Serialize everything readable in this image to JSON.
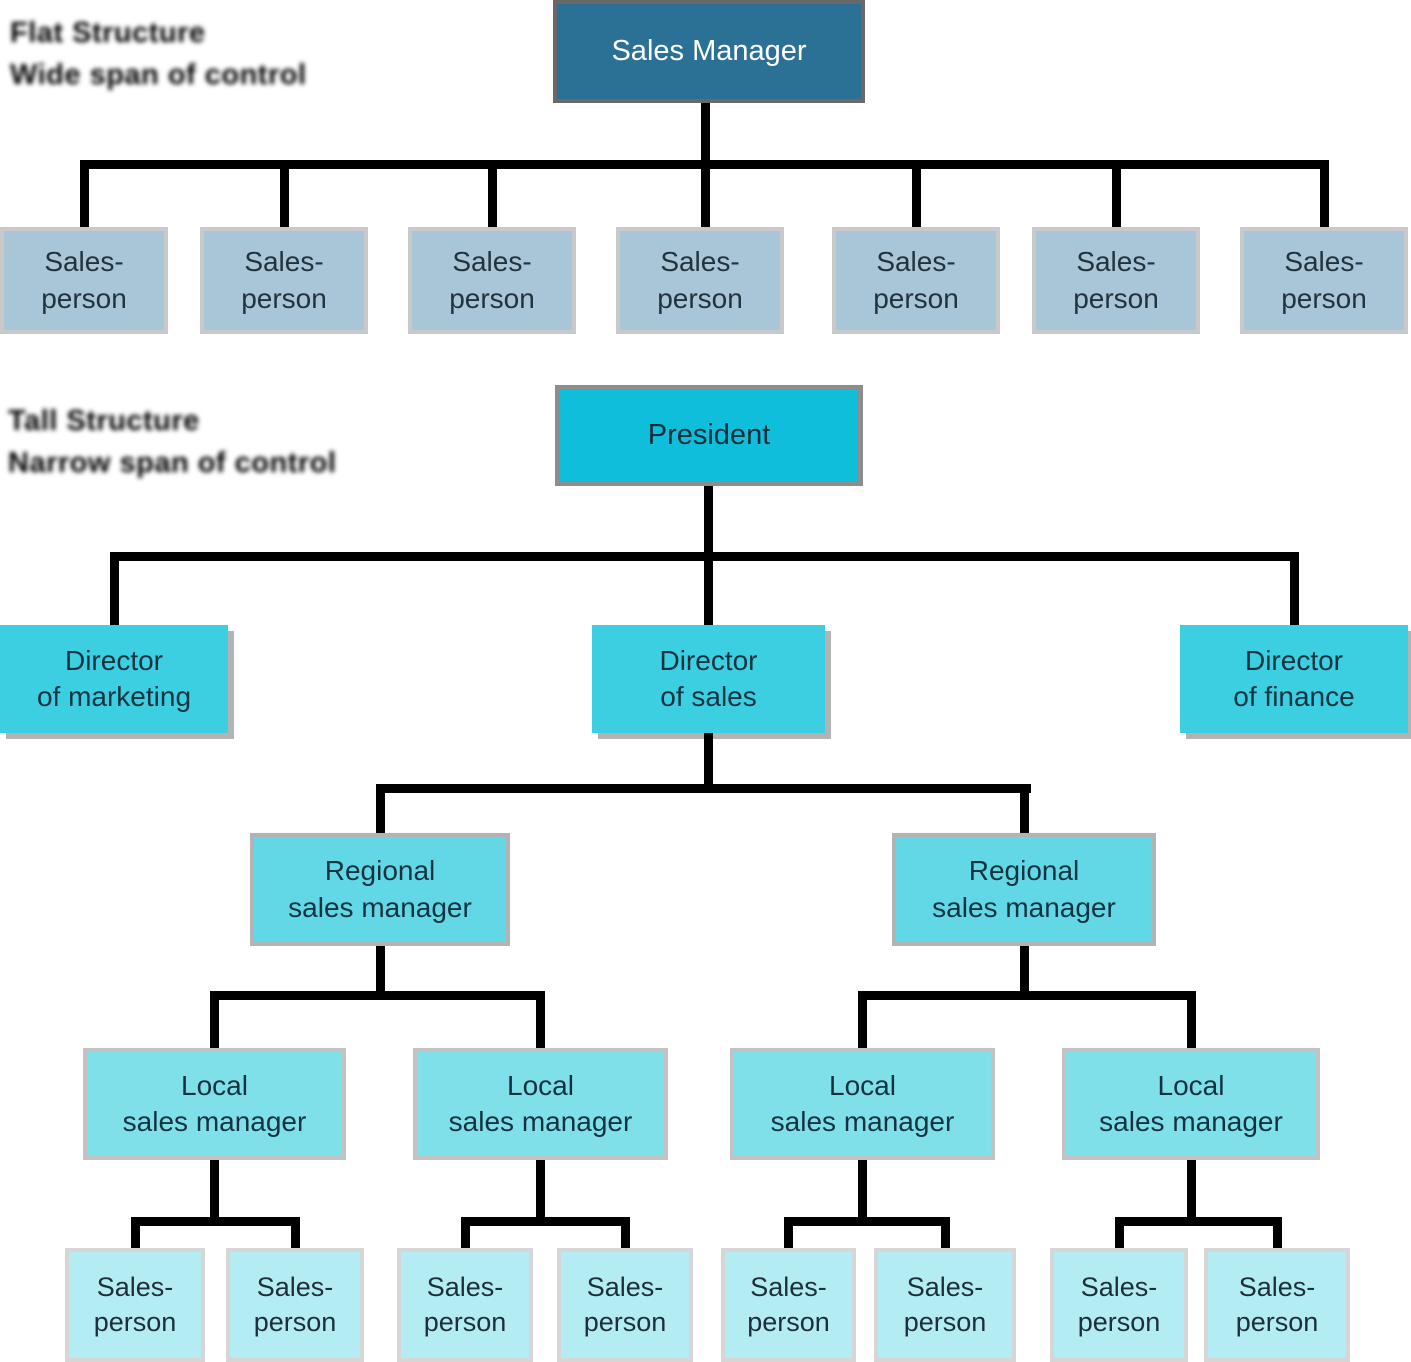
{
  "flat": {
    "caption_line1": "Flat Structure",
    "caption_line2": "Wide span of control",
    "root_label": "Sales Manager",
    "children": [
      {
        "line1": "Sales-",
        "line2": "person"
      },
      {
        "line1": "Sales-",
        "line2": "person"
      },
      {
        "line1": "Sales-",
        "line2": "person"
      },
      {
        "line1": "Sales-",
        "line2": "person"
      },
      {
        "line1": "Sales-",
        "line2": "person"
      },
      {
        "line1": "Sales-",
        "line2": "person"
      },
      {
        "line1": "Sales-",
        "line2": "person"
      }
    ]
  },
  "tall": {
    "caption_line1": "Tall Structure",
    "caption_line2": "Narrow span of control",
    "root_label": "President",
    "directors": [
      {
        "line1": "Director",
        "line2": "of marketing"
      },
      {
        "line1": "Director",
        "line2": "of sales"
      },
      {
        "line1": "Director",
        "line2": "of finance"
      }
    ],
    "regional_managers": [
      {
        "line1": "Regional",
        "line2": "sales manager"
      },
      {
        "line1": "Regional",
        "line2": "sales manager"
      }
    ],
    "local_managers": [
      {
        "line1": "Local",
        "line2": "sales manager"
      },
      {
        "line1": "Local",
        "line2": "sales manager"
      },
      {
        "line1": "Local",
        "line2": "sales manager"
      },
      {
        "line1": "Local",
        "line2": "sales manager"
      }
    ],
    "salespersons": [
      {
        "line1": "Sales-",
        "line2": "person"
      },
      {
        "line1": "Sales-",
        "line2": "person"
      },
      {
        "line1": "Sales-",
        "line2": "person"
      },
      {
        "line1": "Sales-",
        "line2": "person"
      },
      {
        "line1": "Sales-",
        "line2": "person"
      },
      {
        "line1": "Sales-",
        "line2": "person"
      },
      {
        "line1": "Sales-",
        "line2": "person"
      },
      {
        "line1": "Sales-",
        "line2": "person"
      }
    ]
  },
  "colors": {
    "sales_manager_fill": "#2a7195",
    "flat_salesperson_fill": "#a9c6d8",
    "president_fill": "#0fbeda",
    "director_fill": "#3ccfe2",
    "regional_manager_fill": "#62d8e6",
    "local_manager_fill": "#80e0ea",
    "tall_salesperson_fill": "#b4ecf3",
    "connector_color": "#000000",
    "caption_text_color": "#231f20"
  }
}
